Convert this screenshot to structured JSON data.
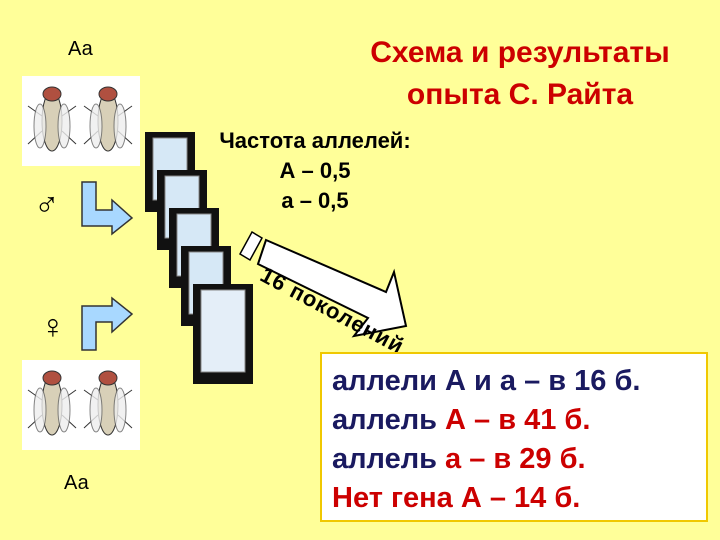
{
  "title": {
    "line1": "Схема и результаты",
    "line2": "опыта С. Райта"
  },
  "parents": {
    "top_label": "Аа",
    "bottom_label": "Аа",
    "male_symbol": "♂",
    "female_symbol": "♀"
  },
  "frequency": {
    "heading": "Частота аллелей:",
    "A": "А – 0,5",
    "a": "а – 0,5"
  },
  "generations": {
    "number": "16",
    "text": "поколений"
  },
  "results": {
    "line1": "аллели А и а – в 16 б.",
    "line2_prefix": "аллель ",
    "line2_red": "А – в 41 б.",
    "line3_prefix": "аллель ",
    "line3_red": "а – в 29 б.",
    "line4": "Нет гена А – 14 б."
  },
  "colors": {
    "title": "#cc0000",
    "background": "#ffff99",
    "arrow": "#a8d8ff",
    "results_text": "#1a1a60",
    "accent_red": "#cc0000"
  }
}
